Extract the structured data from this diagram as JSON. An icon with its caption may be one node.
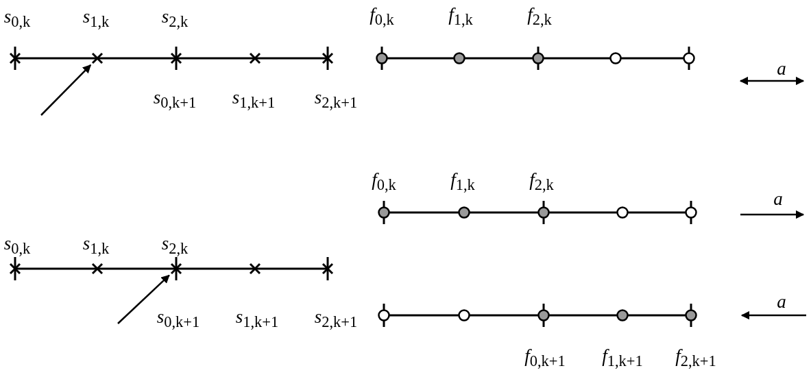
{
  "diagram": {
    "nodes": [
      {
        "text": [],
        "shape": "cross"
      },
      {
        "text": [],
        "shape": "cross"
      }
    ],
    "edges": [
      {
        "from": null,
        "to": 0,
        "arrow": "to"
      },
      {
        "from": null,
        "to": 1,
        "arrow": "to"
      }
    ],
    "labels": [
      "*s*$_{0,k}$",
      "*s*$_{1,k}$",
      "*s*$_{2,k}$",
      "*f*$_{0,k}$",
      "*f*$_{1,k}$",
      "*f*$_{2,k}$",
      "*a*",
      "*s*$_{0,k+1}$",
      "*s*$_{1,k+1}$",
      "*s*$_{2,k+1}$",
      "*f*$_{0,k}$",
      "*f*$_{1,k}$",
      "*f*$_{2,k}$",
      "*a*",
      "*s*$_{0,k}$",
      "*s*$_{1,k}$",
      "*s*$_{2,k}$",
      "*a*",
      "*s*$_{0,k+1}$",
      "*s*$_{1,k+1}$",
      "*s*$_{2,k+1}$",
      "*f*$_{0,k+1}$",
      "*f*$_{1,k+1}$",
      "*f*$_{2,k+1}$"
    ]
  }
}
